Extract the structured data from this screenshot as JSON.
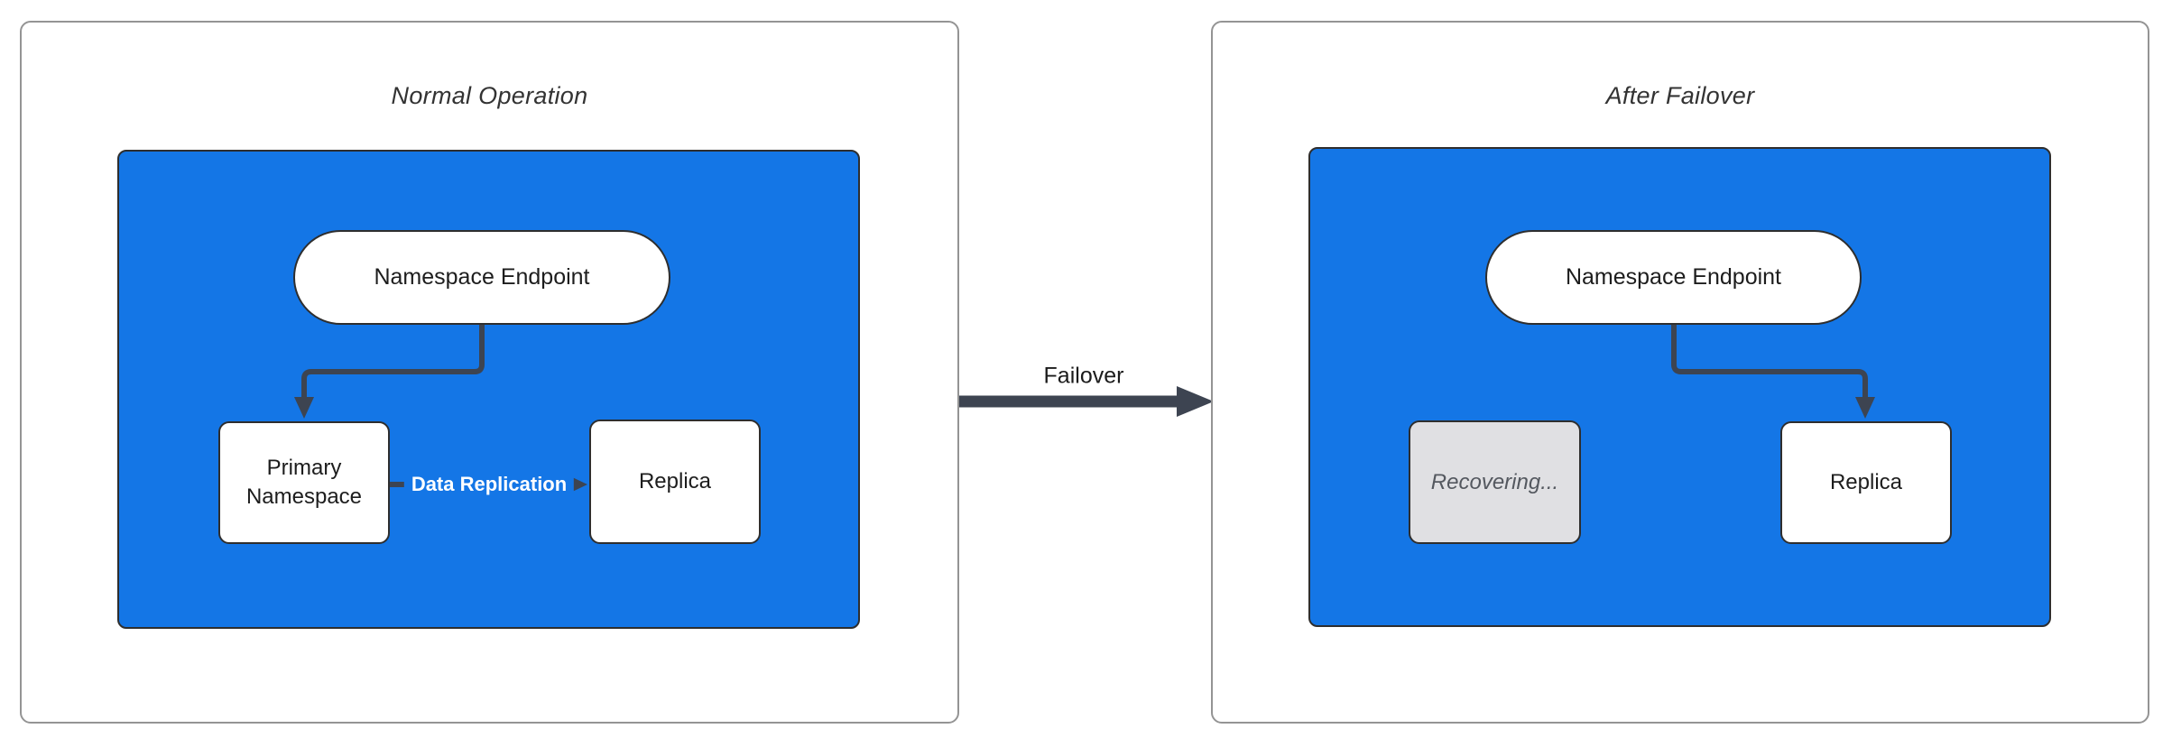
{
  "diagram": {
    "left_panel": {
      "title": "Normal Operation",
      "endpoint_label": "Namespace Endpoint",
      "primary_label": "Primary Namespace",
      "replica_label": "Replica",
      "replication_edge_label": "Data Replication"
    },
    "right_panel": {
      "title": "After Failover",
      "endpoint_label": "Namespace Endpoint",
      "recovering_label": "Recovering...",
      "replica_label": "Replica"
    },
    "transition": {
      "label": "Failover"
    },
    "colors": {
      "cluster_fill": "#1476e6",
      "node_fill": "#ffffff",
      "node_border": "#2e2e2e",
      "edge_stroke": "#3d4451",
      "recovering_fill": "#e0e0e3",
      "recovering_text": "#54585f",
      "panel_border": "#949494",
      "title_text": "#333333",
      "edge_label_text": "#ffffff"
    }
  }
}
